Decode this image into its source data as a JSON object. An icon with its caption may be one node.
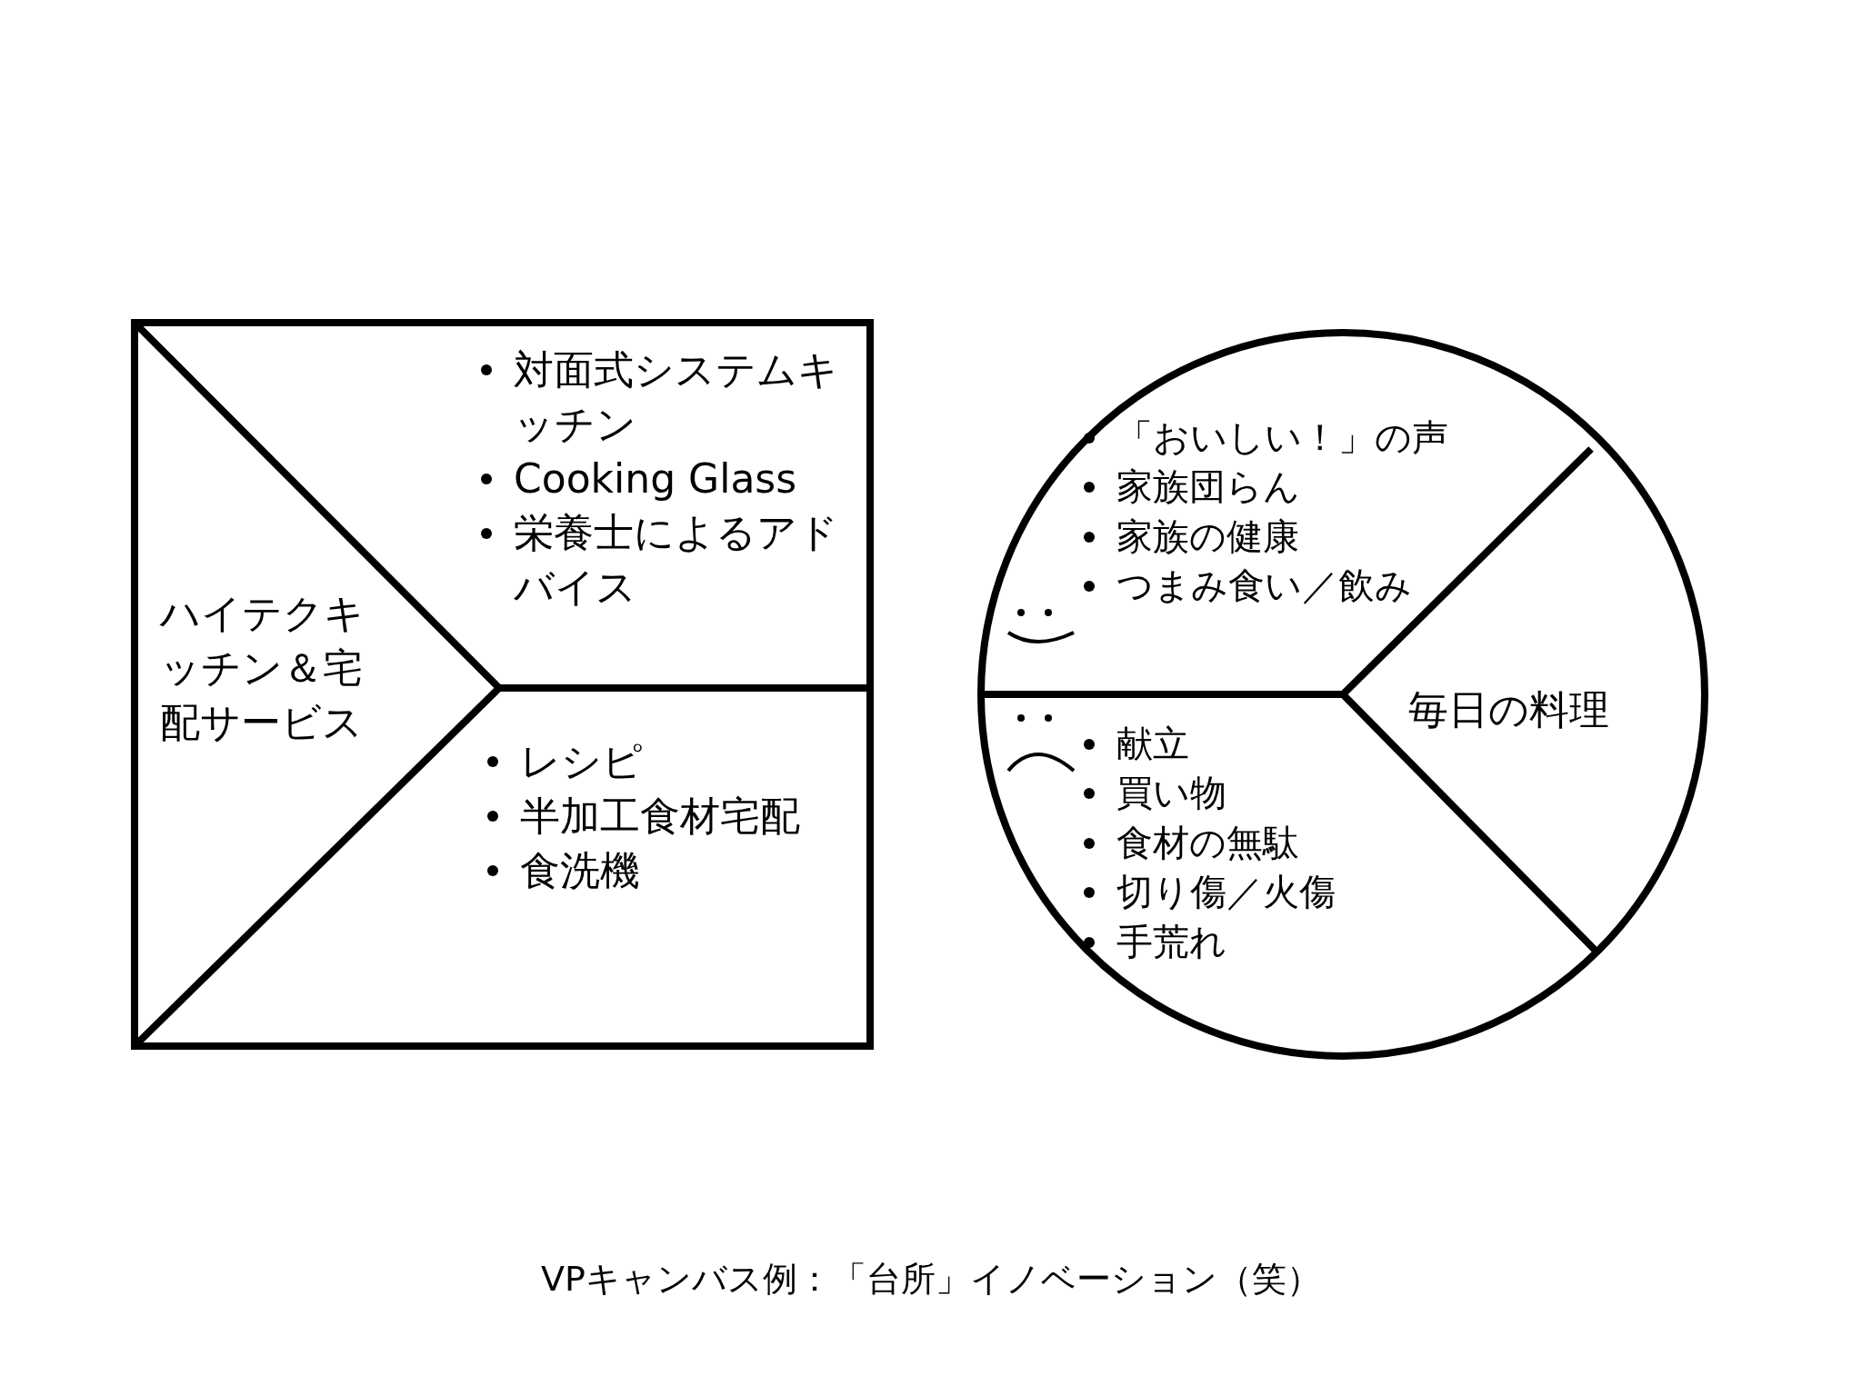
{
  "diagram": {
    "caption": "VPキャンバス例：「台所」イノベーション（笑）",
    "nodes": [
      {
        "text": [],
        "shape": "box"
      },
      {
        "text": [
          "ハイテクキッチン＆宅配サービス"
        ],
        "in": 0
      },
      {
        "text": [
          "対面式システムキッチン",
          "Cooking Glass",
          "栄養士によるアドバイス"
        ],
        "in": 0
      },
      {
        "text": [
          "レシピ",
          "半加工食材宅配",
          "食洗機"
        ],
        "in": 0
      },
      {
        "text": [],
        "shape": "circle"
      },
      {
        "text": [
          "「おいしい！」の声",
          "家族団らん",
          "家族の健康",
          "つまみ食い／飲み"
        ],
        "in": 4
      },
      {
        "text": [
          "毎日の料理"
        ],
        "in": 4
      },
      {
        "text": [
          "献立",
          "買い物",
          "食材の無駄",
          "切り傷／火傷",
          "手荒れ"
        ],
        "in": 4
      }
    ]
  }
}
